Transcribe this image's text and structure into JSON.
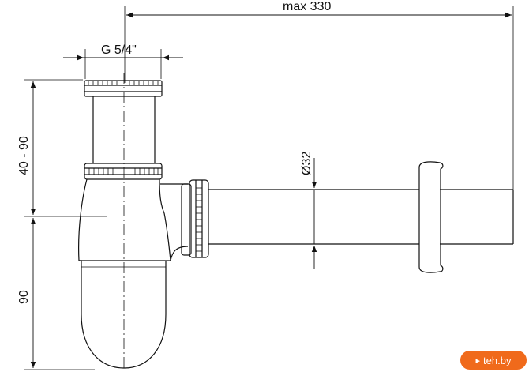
{
  "dimensions": {
    "total_length": "max 330",
    "thread_size": "G 5/4\"",
    "height_adjust": "40 - 90",
    "bottom_height": "90",
    "pipe_diameter": "Ø32"
  },
  "watermark": {
    "text": "teh.by",
    "icon": "arrow-icon"
  },
  "colors": {
    "line": "#111111",
    "badge": "#f06a1b"
  }
}
